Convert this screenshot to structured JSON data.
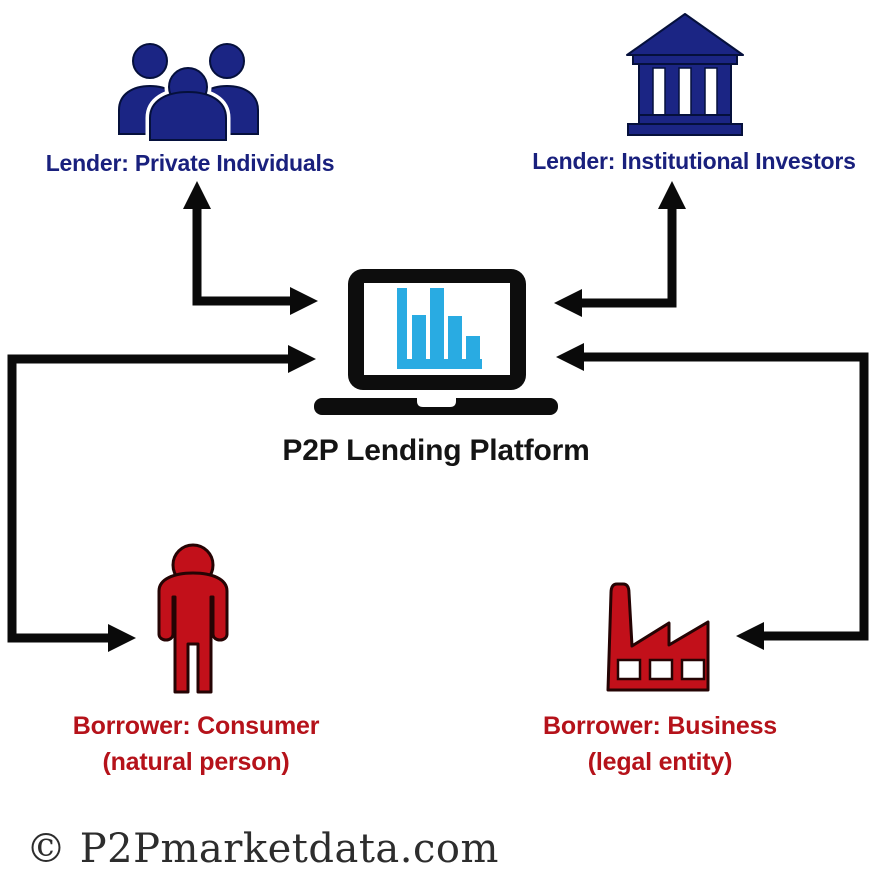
{
  "diagram": {
    "platform": {
      "label": "P2P Lending Platform",
      "icon": "laptop-bar-chart-icon"
    },
    "lenders": [
      {
        "id": "private-individuals",
        "label": "Lender: Private Individuals",
        "icon": "people-group-icon"
      },
      {
        "id": "institutional-investors",
        "label": "Lender: Institutional Investors",
        "icon": "bank-icon"
      }
    ],
    "borrowers": [
      {
        "id": "consumer",
        "label": "Borrower: Consumer",
        "sublabel": "(natural person)",
        "icon": "person-icon"
      },
      {
        "id": "business",
        "label": "Borrower: Business",
        "sublabel": "(legal entity)",
        "icon": "factory-icon"
      }
    ],
    "connections": [
      {
        "from": "lender-private-individuals",
        "to": "platform",
        "bidirectional": true
      },
      {
        "from": "lender-institutional-investors",
        "to": "platform",
        "bidirectional": true
      },
      {
        "from": "borrower-consumer",
        "to": "platform",
        "bidirectional": true
      },
      {
        "from": "borrower-business",
        "to": "platform",
        "bidirectional": true
      }
    ],
    "colors": {
      "lender_navy_text": "#19207d",
      "lender_navy_icon": "#1b2584",
      "borrower_red_text": "#b5121a",
      "borrower_red_icon": "#c2101a",
      "chart_blue": "#29abe2",
      "arrow_black": "#0a0a0a",
      "laptop_black": "#0d0d0d"
    },
    "watermark": "© P2Pmarketdata.com"
  }
}
